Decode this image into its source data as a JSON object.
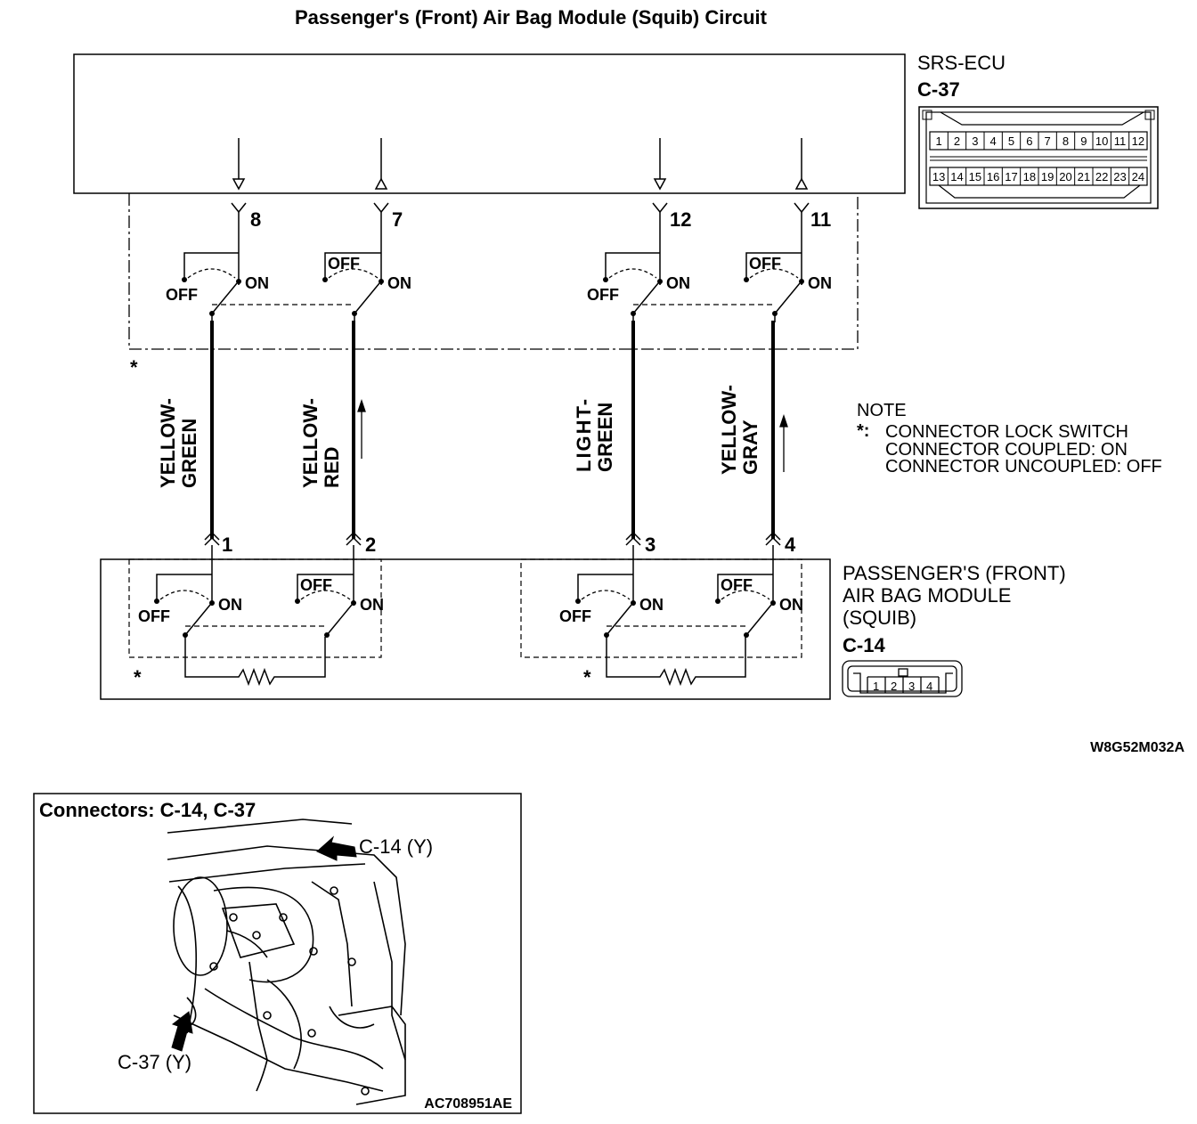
{
  "title": "Passenger's (Front) Air Bag Module (Squib) Circuit",
  "ecu": {
    "name": "SRS-ECU",
    "connector": "C-37",
    "pins_row1": [
      "1",
      "2",
      "3",
      "4",
      "5",
      "6",
      "7",
      "8",
      "9",
      "10",
      "11",
      "12"
    ],
    "pins_row2": [
      "13",
      "14",
      "15",
      "16",
      "17",
      "18",
      "19",
      "20",
      "21",
      "22",
      "23",
      "24"
    ],
    "terminals": [
      "8",
      "7",
      "12",
      "11"
    ]
  },
  "switch_labels": {
    "off": "OFF",
    "on": "ON"
  },
  "asterisk": "*",
  "wires": [
    {
      "line1": "YELLOW-",
      "line2": "GREEN"
    },
    {
      "line1": "YELLOW-",
      "line2": "RED"
    },
    {
      "line1": "LIGHT-",
      "line2": "GREEN"
    },
    {
      "line1": "YELLOW-",
      "line2": "GRAY"
    }
  ],
  "note": {
    "heading": "NOTE",
    "marker": "*:",
    "line1": "CONNECTOR LOCK SWITCH",
    "line2": "CONNECTOR COUPLED: ON",
    "line3": "CONNECTOR UNCOUPLED: OFF"
  },
  "module": {
    "line1": "PASSENGER'S (FRONT)",
    "line2": "AIR BAG MODULE",
    "line3": "(SQUIB)",
    "connector": "C-14",
    "pins": [
      "1",
      "2",
      "3",
      "4"
    ],
    "terminals": [
      "1",
      "2",
      "3",
      "4"
    ]
  },
  "diagram_code": "W8G52M032A",
  "inset": {
    "title": "Connectors: C-14, C-37",
    "label_c14": "C-14 (Y)",
    "label_c37": "C-37 (Y)",
    "code": "AC708951AE"
  }
}
